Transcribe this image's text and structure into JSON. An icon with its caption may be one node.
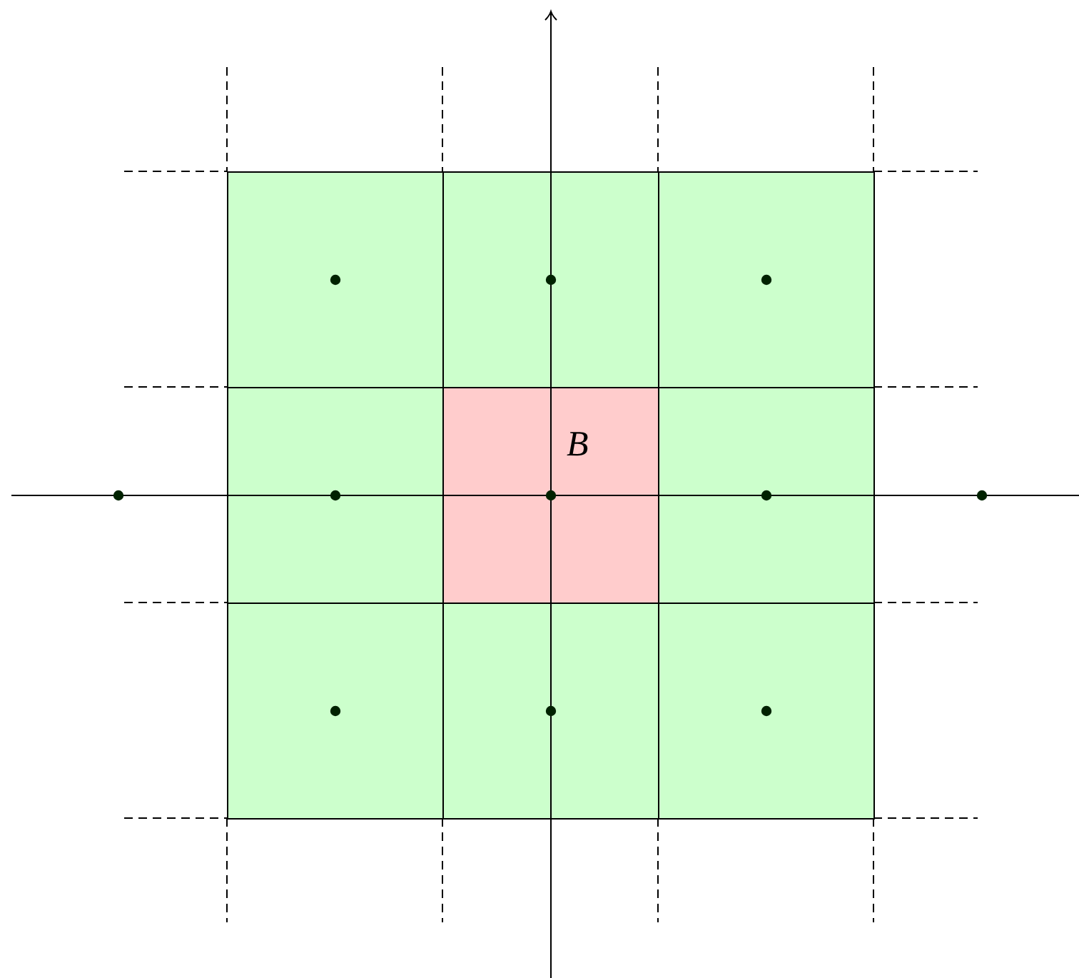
{
  "diagram": {
    "nodes": [
      {
        "text": [],
        "shape": "box"
      },
      {
        "text": [],
        "shape": "box"
      },
      {
        "text": [],
        "shape": "box"
      },
      {
        "text": [],
        "shape": "box"
      },
      {
        "text": [
          "B"
        ]
      },
      {
        "text": [],
        "shape": "box"
      },
      {
        "text": [],
        "shape": "box"
      },
      {
        "text": [],
        "shape": "box"
      },
      {
        "text": [],
        "shape": "box"
      }
    ]
  }
}
